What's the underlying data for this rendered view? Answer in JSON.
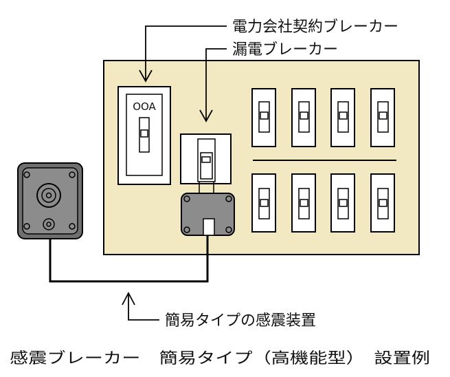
{
  "labels": {
    "main_breaker": "電力会社契約ブレーカー",
    "leak_breaker": "漏電ブレーカー",
    "seismic_device": "簡易タイプの感震装置",
    "main_breaker_rating": "OOA"
  },
  "caption": "感震ブレーカー　簡易タイプ（高機能型）　設置例",
  "colors": {
    "panel_fill": "#f2e8c1",
    "device_fill": "#8c8c8c",
    "device_dark": "#6f6f6f",
    "stroke": "#000000",
    "white": "#ffffff"
  }
}
